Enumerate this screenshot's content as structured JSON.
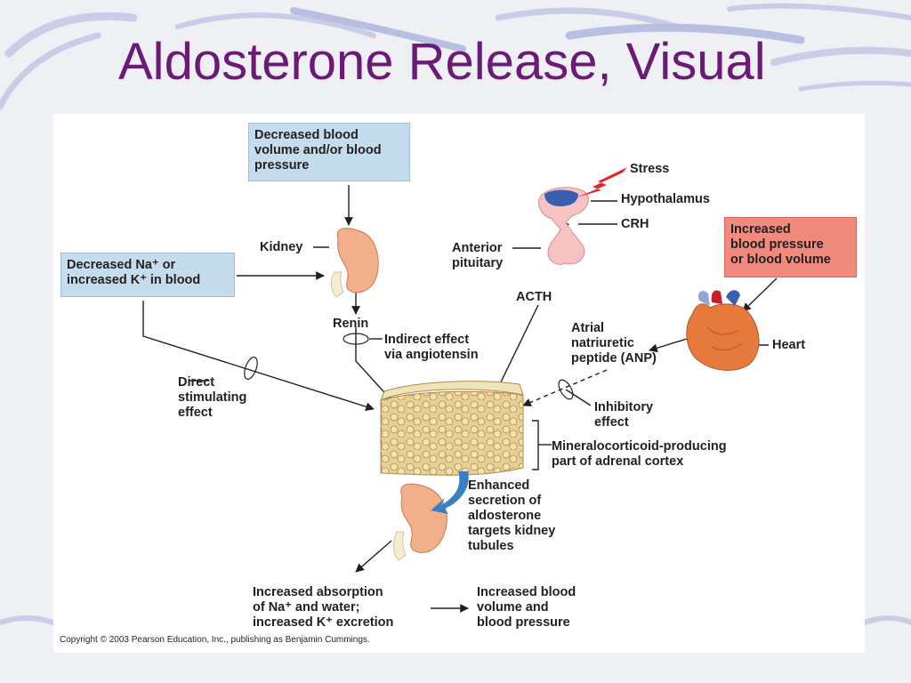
{
  "slide": {
    "title": "Aldosterone Release, Visual"
  },
  "diagram": {
    "box_blood_volume": "Decreased blood\nvolume and/or blood\npressure",
    "box_na_k": "Decreased Na⁺ or\nincreased K⁺ in blood",
    "box_increased_bp": "Increased\nblood pressure\nor blood volume",
    "kidney": "Kidney",
    "renin": "Renin",
    "indirect_effect": "Indirect effect\nvia angiotensin",
    "direct_effect": "Direct\nstimulating\neffect",
    "stress": "Stress",
    "hypothalamus": "Hypothalamus",
    "crh": "CRH",
    "anterior_pituitary": "Anterior\npituitary",
    "acth": "ACTH",
    "anp": "Atrial\nnatriuretic\npeptide (ANP)",
    "heart": "Heart",
    "inhibitory_effect": "Inhibitory\neffect",
    "adrenal_cortex": "Mineralocorticoid-producing\npart of adrenal cortex",
    "enhanced_secretion": "Enhanced\nsecretion of\naldosterone\ntargets kidney\ntubules",
    "increased_absorption": "Increased absorption\nof Na⁺ and water;\nincreased K⁺ excretion",
    "increased_bv_bp": "Increased blood\nvolume and\nblood pressure",
    "copyright": "Copyright © 2003 Pearson Education, Inc., publishing as Benjamin Cummings."
  },
  "colors": {
    "title": "#6b1a78",
    "blue_box": "#c5dcec",
    "red_box": "#f08a7d",
    "kidney": "#f2b08a",
    "stress_bolt": "#e3262b",
    "flow_arrow": "#3a7fc4"
  }
}
